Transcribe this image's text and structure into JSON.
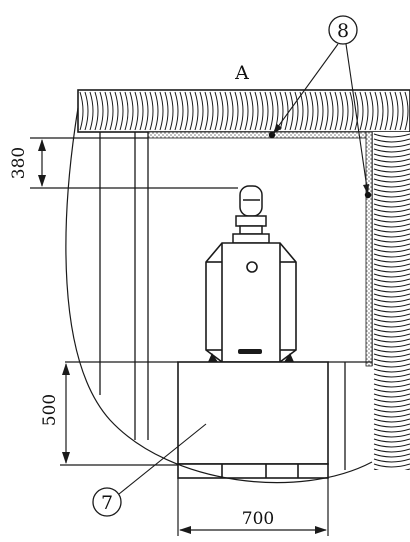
{
  "diagram": {
    "wall_label": "A",
    "callouts": [
      {
        "id": "top-shelf-callout",
        "number": "8"
      },
      {
        "id": "base-unit-callout",
        "number": "7"
      }
    ],
    "dimensions": [
      {
        "id": "clearance-top",
        "value": "380"
      },
      {
        "id": "base-height",
        "value": "500"
      },
      {
        "id": "base-width",
        "value": "700"
      }
    ],
    "colors": {
      "line": "#1a1a1a",
      "insulation": "#8a8a8a",
      "background": "#ffffff"
    }
  }
}
